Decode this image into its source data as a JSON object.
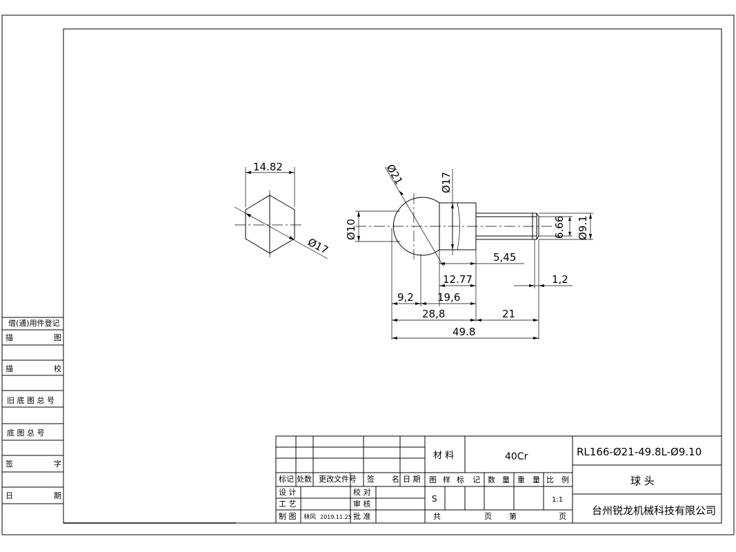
{
  "dimensions": {
    "hex_width": "14.82",
    "hex_dia": "Ø17",
    "ball_dia": "Ø21",
    "neck_dia": "Ø17",
    "bore_dia": "Ø10",
    "thread_minor": "6.66",
    "thread_dia": "Ø9.1",
    "d_5_45": "5,45",
    "d_12_77": "12.77",
    "d_1_2": "1,2",
    "d_9_2": "9,2",
    "d_19_6": "19,6",
    "d_28_8": "28,8",
    "d_21": "21",
    "d_49_8": "49.8"
  },
  "side_panel": {
    "title": "借(通)用件登记",
    "row1": [
      "描",
      "图"
    ],
    "row2": [
      "描",
      "校"
    ],
    "row3": "旧 底 图 总 号",
    "row4": "底 图 总 号",
    "row5": [
      "签",
      "字"
    ],
    "row6": [
      "日",
      "期"
    ]
  },
  "title_block": {
    "col_mark": "标记",
    "col_count": "处数",
    "col_doc": "更改文件号",
    "col_sign": "签",
    "col_name": "名",
    "col_date": "日 期",
    "design": "设 计",
    "process": "工 艺",
    "drafting": "制 图",
    "drafter": "林风",
    "draft_date": "2019.11.25",
    "proofread": "校 对",
    "review": "审 核",
    "approve": "批 准",
    "material_label": "材 料",
    "material_value": "40Cr",
    "drawing_no": "RL166-Ø21-49.8L-Ø9.10",
    "part_name": "球 头",
    "company": "台州锐龙机械科技有限公司",
    "stage_labels": [
      "图",
      "样",
      "标",
      "记",
      "数",
      "量",
      "重",
      "量",
      "比",
      "例"
    ],
    "stage_value": "S",
    "scale_value": "1:1",
    "sheets_total": "共",
    "sheets_page1": "页",
    "sheets_no": "第",
    "sheets_page2": "页"
  }
}
